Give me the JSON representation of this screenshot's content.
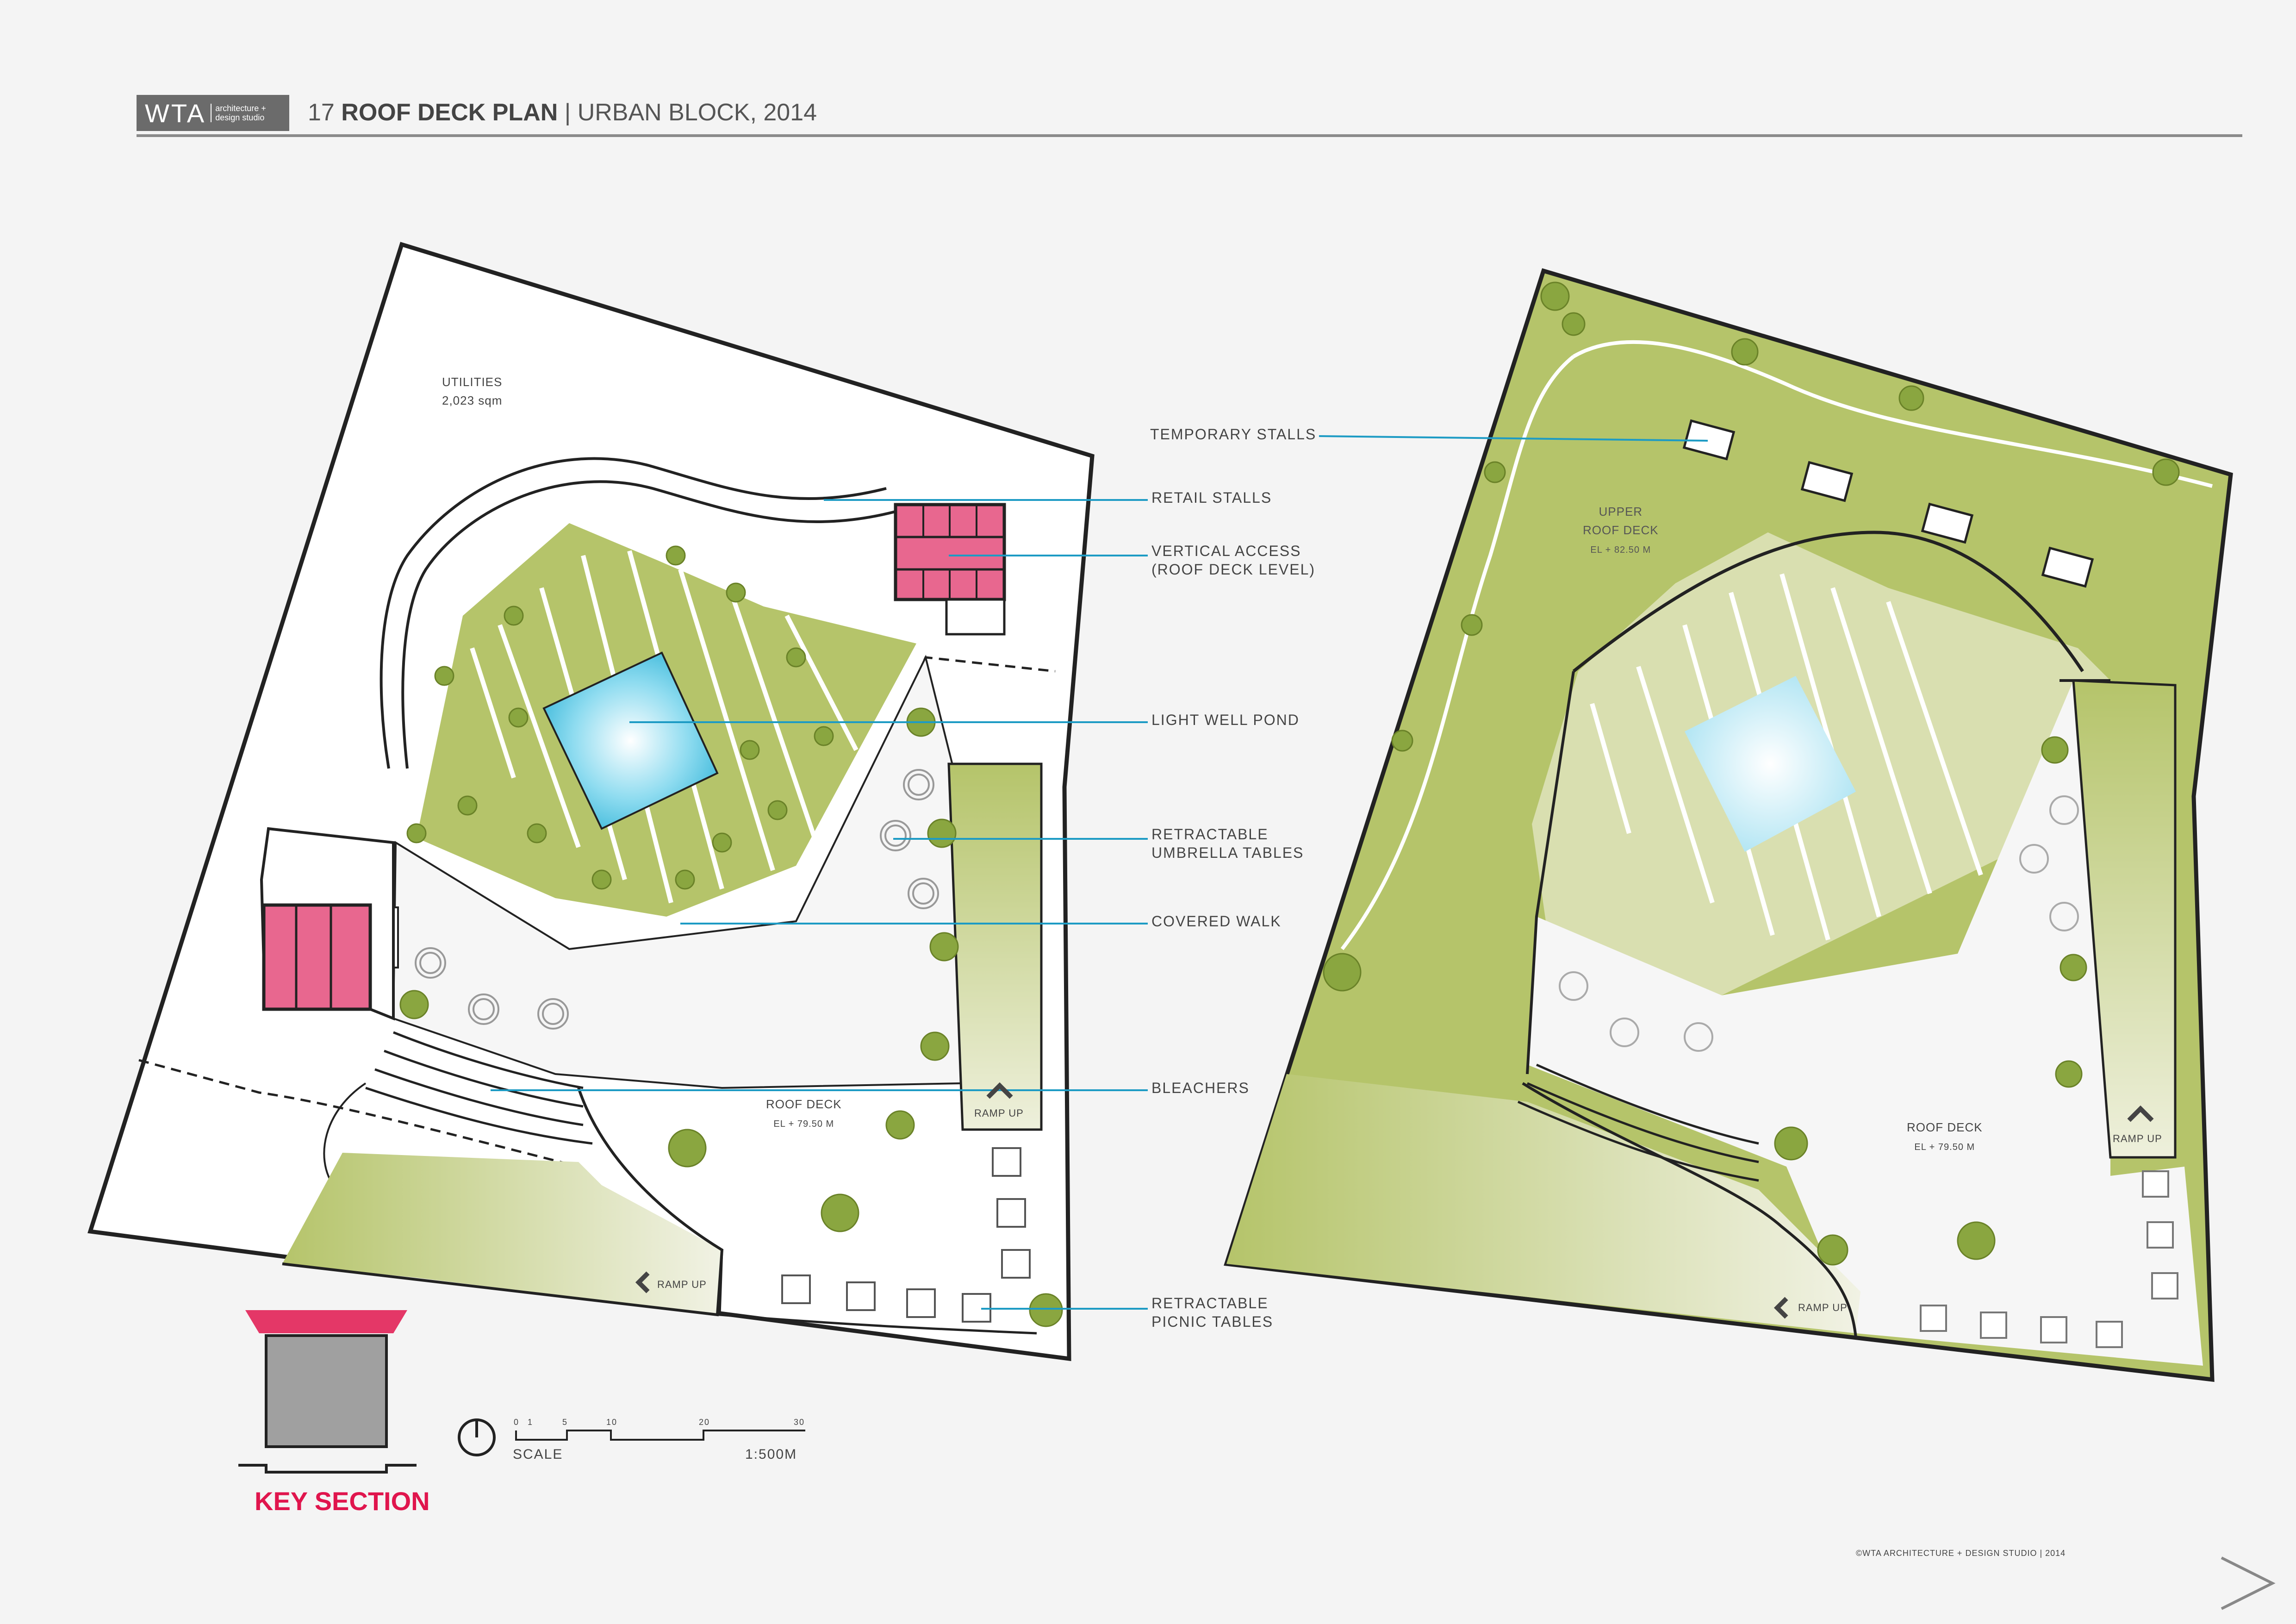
{
  "header": {
    "logo_mark": "WTA",
    "logo_sub_1": "architecture +",
    "logo_sub_2": "design studio",
    "sheet_number": "17",
    "title_bold": "ROOF DECK PLAN",
    "title_rest": "| URBAN BLOCK, 2014"
  },
  "left_plan": {
    "utilities_label": "UTILITIES",
    "utilities_area": "2,023 sqm",
    "roof_deck_label": "ROOF DECK",
    "roof_deck_el": "EL + 79.50 M",
    "ramp_up_1": "RAMP UP",
    "ramp_up_2": "RAMP UP"
  },
  "callouts": {
    "temporary_stalls": "TEMPORARY STALLS",
    "retail_stalls": "RETAIL STALLS",
    "vertical_access_1": "VERTICAL ACCESS",
    "vertical_access_2": "(ROOF DECK LEVEL)",
    "light_well_pond": "LIGHT WELL POND",
    "umbrella_1": "RETRACTABLE",
    "umbrella_2": "UMBRELLA TABLES",
    "covered_walk": "COVERED WALK",
    "bleachers": "BLEACHERS",
    "picnic_1": "RETRACTABLE",
    "picnic_2": "PICNIC TABLES"
  },
  "right_plan": {
    "upper_deck_1": "UPPER",
    "upper_deck_2": "ROOF DECK",
    "upper_deck_el": "EL + 82.50 M",
    "roof_deck_label": "ROOF DECK",
    "roof_deck_el": "EL + 79.50 M",
    "ramp_up_1": "RAMP UP",
    "ramp_up_2": "RAMP UP"
  },
  "scale": {
    "ticks": [
      "0",
      "1",
      "5",
      "10",
      "20",
      "30"
    ],
    "label": "SCALE",
    "ratio": "1:500M"
  },
  "key_section": {
    "title": "KEY SECTION"
  },
  "footer": {
    "copyright": "©WTA ARCHITECTURE + DESIGN STUDIO | 2014"
  },
  "colors": {
    "green": "#b5c46a",
    "green_light": "#d9dfb0",
    "pink": "#e8678f",
    "water": "#5cc6e3",
    "leader": "#1d9bc4",
    "accent": "#e0154d"
  }
}
